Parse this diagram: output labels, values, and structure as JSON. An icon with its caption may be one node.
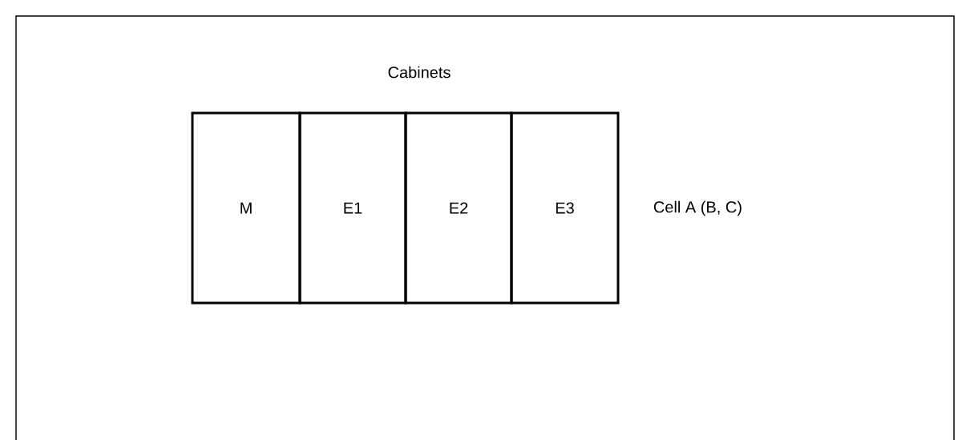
{
  "diagram": {
    "title": "Cabinets",
    "nodes": [
      {
        "text": [
          "M"
        ]
      },
      {
        "text": [
          "E1"
        ]
      },
      {
        "text": [
          "E2"
        ]
      },
      {
        "text": [
          "E3"
        ]
      }
    ],
    "labels": [
      "Cell A (B, C)"
    ]
  }
}
